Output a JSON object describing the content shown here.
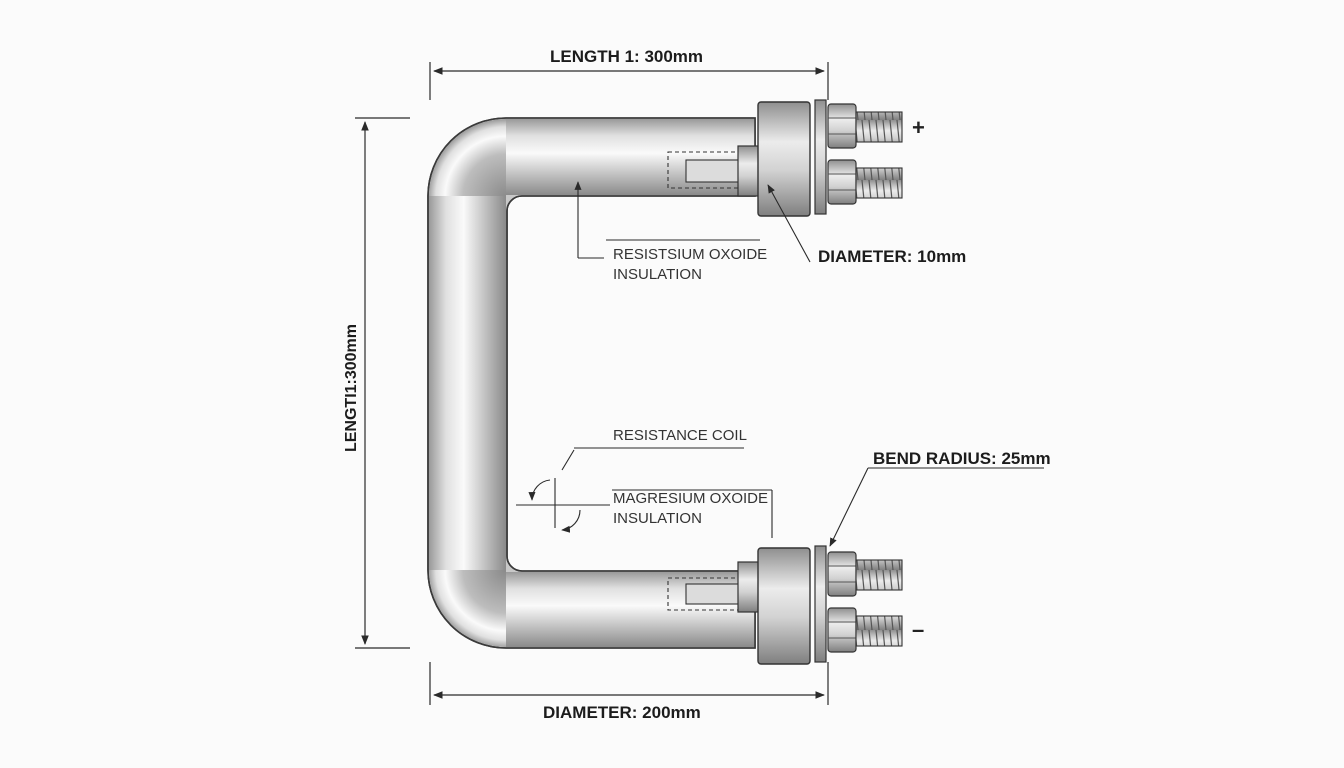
{
  "dimensions": {
    "top_length": "LENGTH 1: 300mm",
    "side_length": "LENGTI1:300mm",
    "bottom_diameter": "DIAMETER: 200mm",
    "terminal_diameter": "DIAMETER: 10mm",
    "bend_radius": "BEND RADIUS: 25mm"
  },
  "labels": {
    "insulation_top_line1": "RESISTSIUM OXOIDE",
    "insulation_top_line2": "INSULATION",
    "resistance_coil": "RESISTANCE COIL",
    "insulation_bottom_line1": "MAGRESIUM OXOIDE",
    "insulation_bottom_line2": "INSULATION"
  },
  "polarity": {
    "positive": "+",
    "negative": "–"
  },
  "colors": {
    "line": "#2a2a2a",
    "metal_light": "#f4f4f4",
    "metal_mid": "#c4c4c4",
    "metal_dark": "#8e8e8e"
  }
}
